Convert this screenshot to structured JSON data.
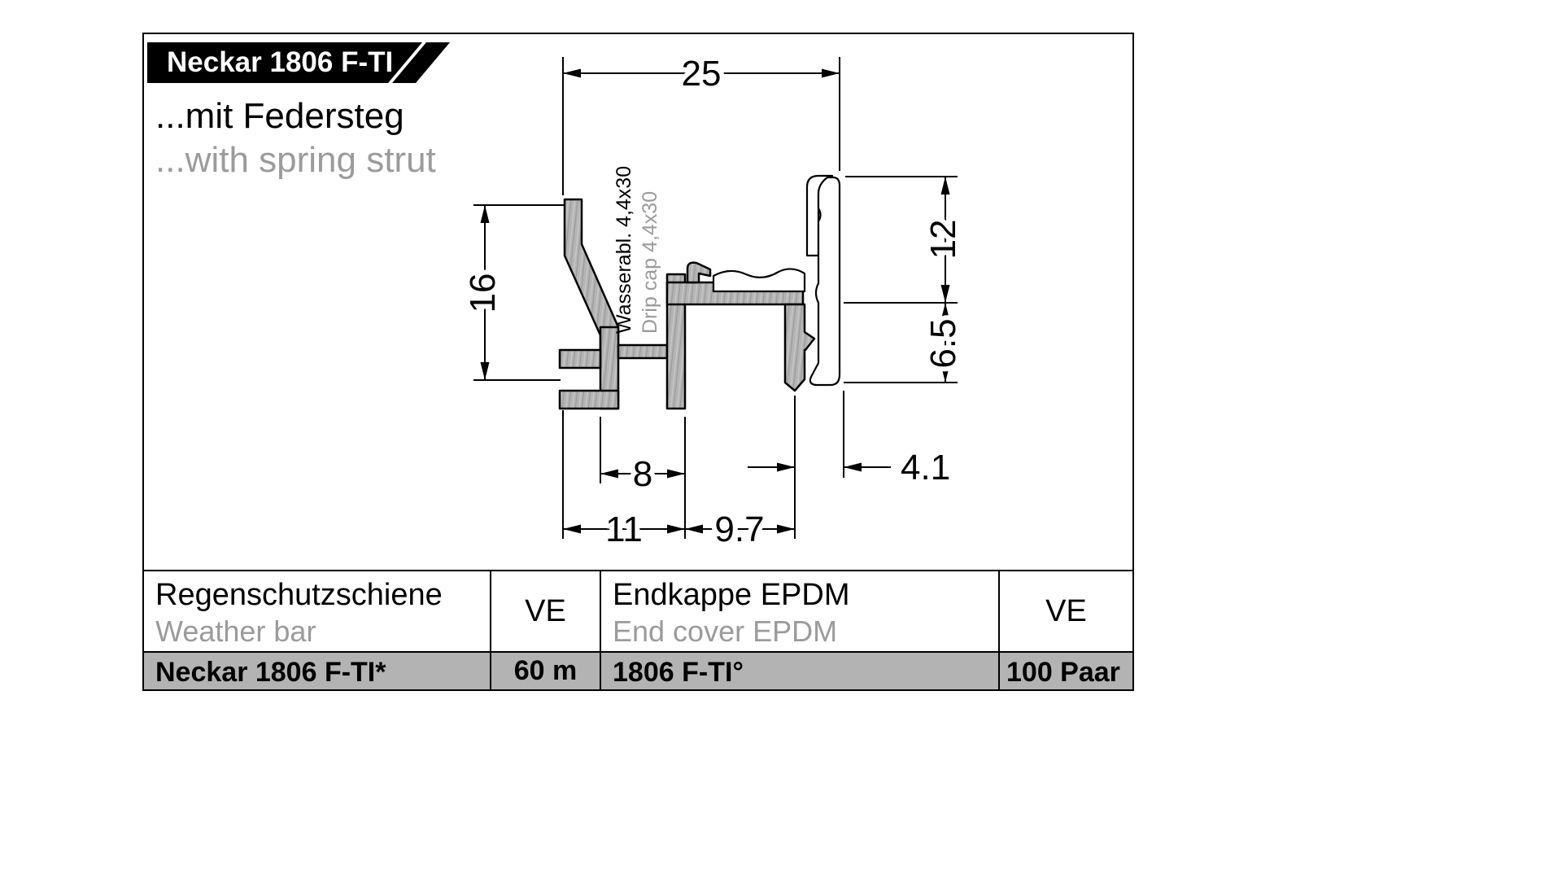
{
  "banner": {
    "title": "Neckar 1806 F-TI"
  },
  "intro": {
    "line_de": "...mit Federsteg",
    "line_en": "...with spring strut"
  },
  "drawing": {
    "labels": {
      "drip_de": "Wasserabl. 4,4x30",
      "drip_en": "Drip cap 4,4x30"
    },
    "dims": {
      "d25": "25",
      "d16": "16",
      "d12": "12",
      "d65": "6.5",
      "d8": "8",
      "d41": "4.1",
      "d11": "11",
      "d97": "9.7"
    }
  },
  "table": {
    "header": {
      "col1_de": "Regenschutzschiene",
      "col1_en": "Weather bar",
      "col2": "VE",
      "col3_de": "Endkappe EPDM",
      "col3_en": "End cover EPDM",
      "col4": "VE"
    },
    "row": {
      "col1": "Neckar 1806 F-TI*",
      "col2": "60 m",
      "col3": "1806 F-TI°",
      "col4": "100 Paar"
    }
  },
  "colors": {
    "banner_bg": "#000000",
    "secondary_text": "#9b9b9b",
    "row_bg": "#b3b3b3",
    "metal_fill": "#b4b4b4"
  }
}
